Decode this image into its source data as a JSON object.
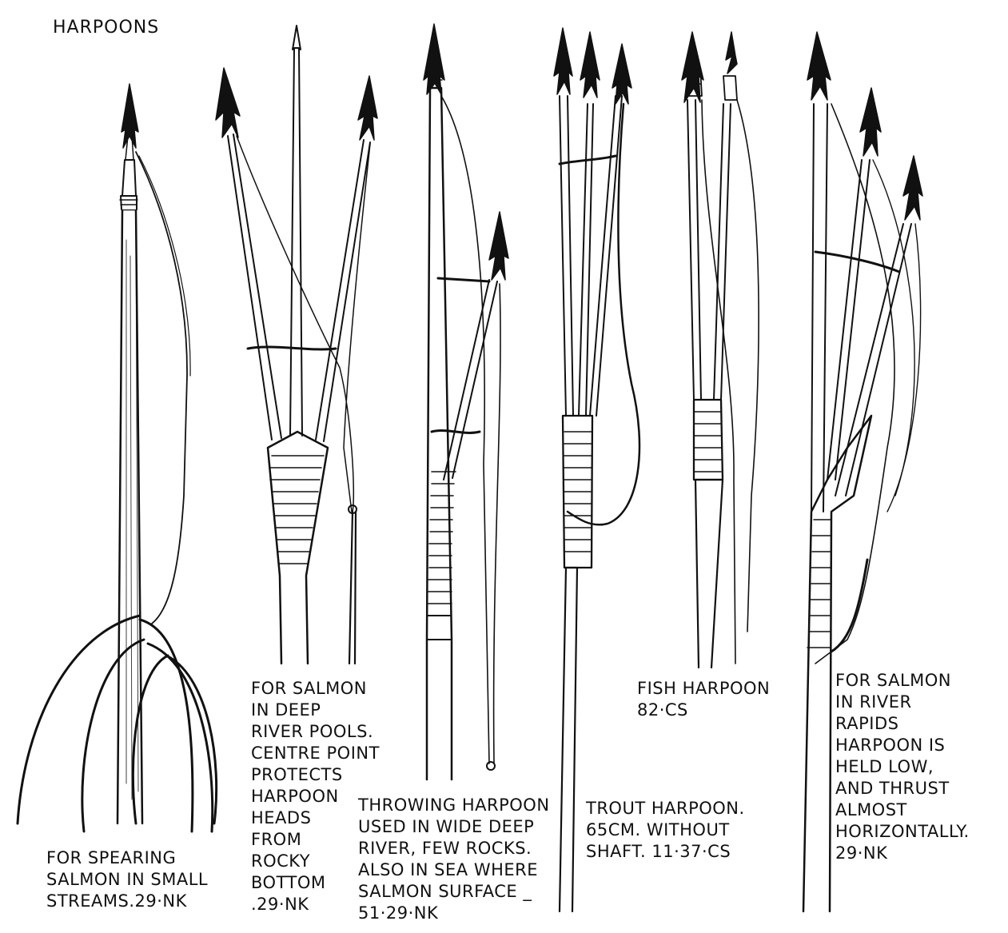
{
  "title": "HARPOONS",
  "captions": {
    "spearing": "FOR SPEARING\nSALMON IN SMALL\nSTREAMS.29·NK",
    "deep_pools": "FOR SALMON\nIN DEEP\nRIVER POOLS.\nCENTRE POINT\nPROTECTS\nHARPOON\nHEADS\nFROM\nROCKY\nBOTTOM\n.29·NK",
    "throwing": "THROWING HARPOON\nUSED IN WIDE DEEP\nRIVER, FEW ROCKS.\nALSO IN SEA WHERE\nSALMON SURFACE _\n51·29·NK",
    "trout": "TROUT HARPOON.\n65cm. WITHOUT\nSHAFT. 11·37·CS",
    "fish": "FISH HARPOON\n82·CS",
    "rapids": "FOR SALMON\nIN RIVER\nRAPIDS\nHARPOON IS\nHELD LOW,\nAND THRUST\nALMOST\nHORIZONTALLY.\n29·NK"
  }
}
